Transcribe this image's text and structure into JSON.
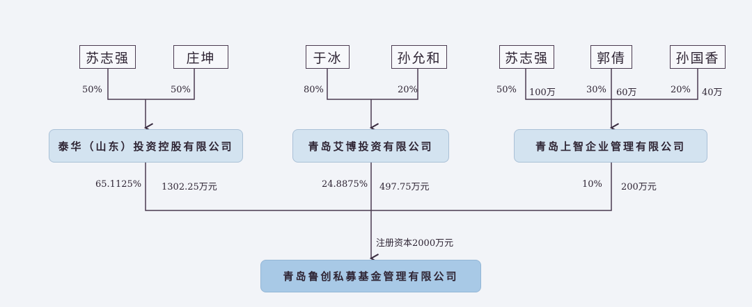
{
  "groups": [
    {
      "shareholders": [
        {
          "name": "苏志强",
          "pct": "50%"
        },
        {
          "name": "庄坤",
          "pct": "50%"
        }
      ],
      "company": "泰华（山东）投资控股有限公司",
      "pct": "65.1125%",
      "amount": "1302.25万元"
    },
    {
      "shareholders": [
        {
          "name": "于冰",
          "pct": "80%"
        },
        {
          "name": "孙允和",
          "pct": "20%"
        }
      ],
      "company": "青岛艾博投资有限公司",
      "pct": "24.8875%",
      "amount": "497.75万元"
    },
    {
      "shareholders": [
        {
          "name": "苏志强",
          "pct": "50%",
          "amount": "100万"
        },
        {
          "name": "郭倩",
          "pct": "30%",
          "amount": "60万"
        },
        {
          "name": "孙国香",
          "pct": "20%",
          "amount": "40万"
        }
      ],
      "company": "青岛上智企业管理有限公司",
      "pct": "10%",
      "amount": "200万元"
    }
  ],
  "registered_capital": "注册资本2000万元",
  "target_company": "青岛鲁创私募基金管理有限公司"
}
